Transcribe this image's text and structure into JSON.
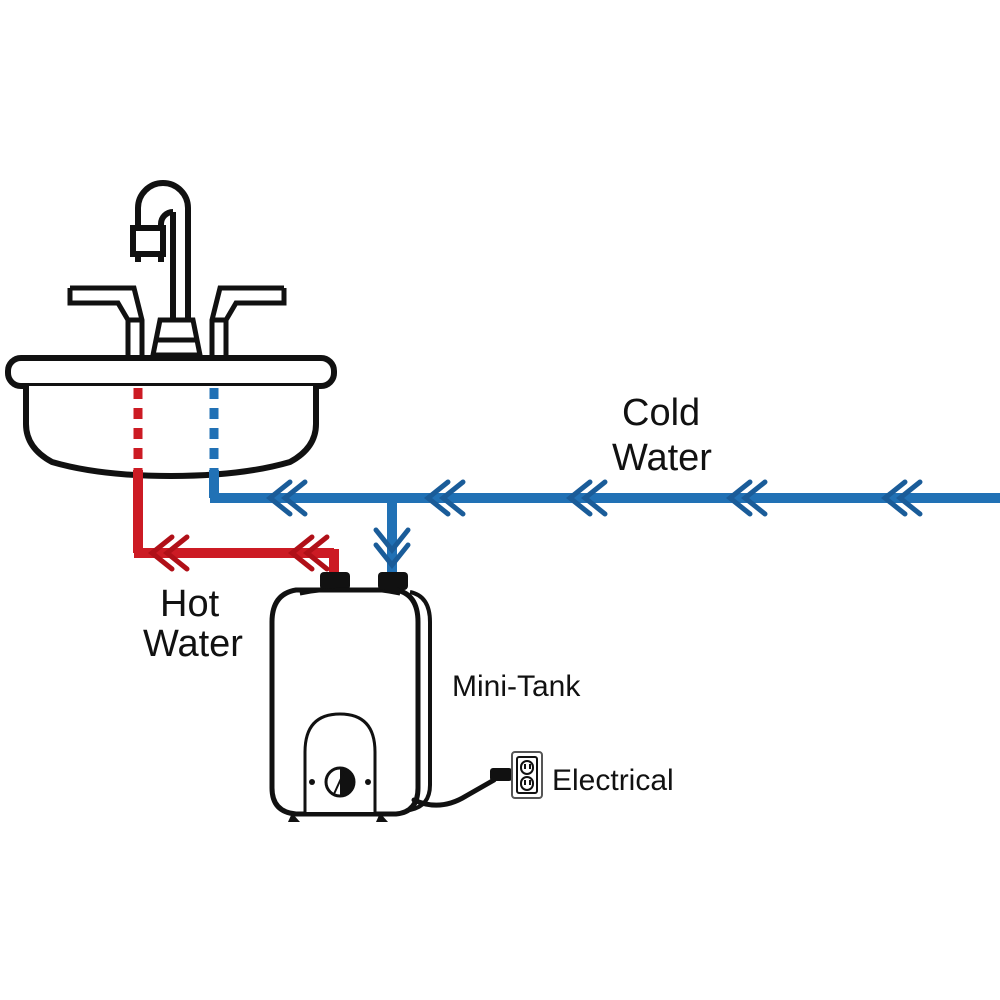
{
  "diagram": {
    "title": "Mini-Tank Water Heater Under-Sink Installation Diagram",
    "background_color": "#ffffff",
    "outline_color": "#111111",
    "labels": {
      "cold_water_line1": "Cold",
      "cold_water_line2": "Water",
      "hot_water_line1": "Hot",
      "hot_water_line2": "Water",
      "mini_tank": "Mini-Tank",
      "electrical": "Electrical"
    },
    "colors": {
      "cold_pipe": "#2171B5",
      "hot_pipe": "#CC1B24",
      "outline": "#111111",
      "fitting": "#111111",
      "text": "#111111",
      "cord": "#111111"
    },
    "components": {
      "sink": {
        "name": "Sink with two-handle faucet",
        "supply_stub_hot": "red dashed riser",
        "supply_stub_cold": "blue dashed riser"
      },
      "faucet": {
        "name": "Gooseneck faucet",
        "handles": 2
      },
      "tank": {
        "name": "Mini-Tank electric water heater",
        "inlet_fitting": "cold water inlet",
        "outlet_fitting": "hot water outlet",
        "control": "thermostat dial"
      },
      "outlet": {
        "name": "Duplex electrical receptacle",
        "receptacles": 2
      }
    },
    "flow_arrows": {
      "cold_main_count": 5,
      "cold_branch_count": 1,
      "hot_count": 2,
      "style": "double-chevron"
    }
  }
}
